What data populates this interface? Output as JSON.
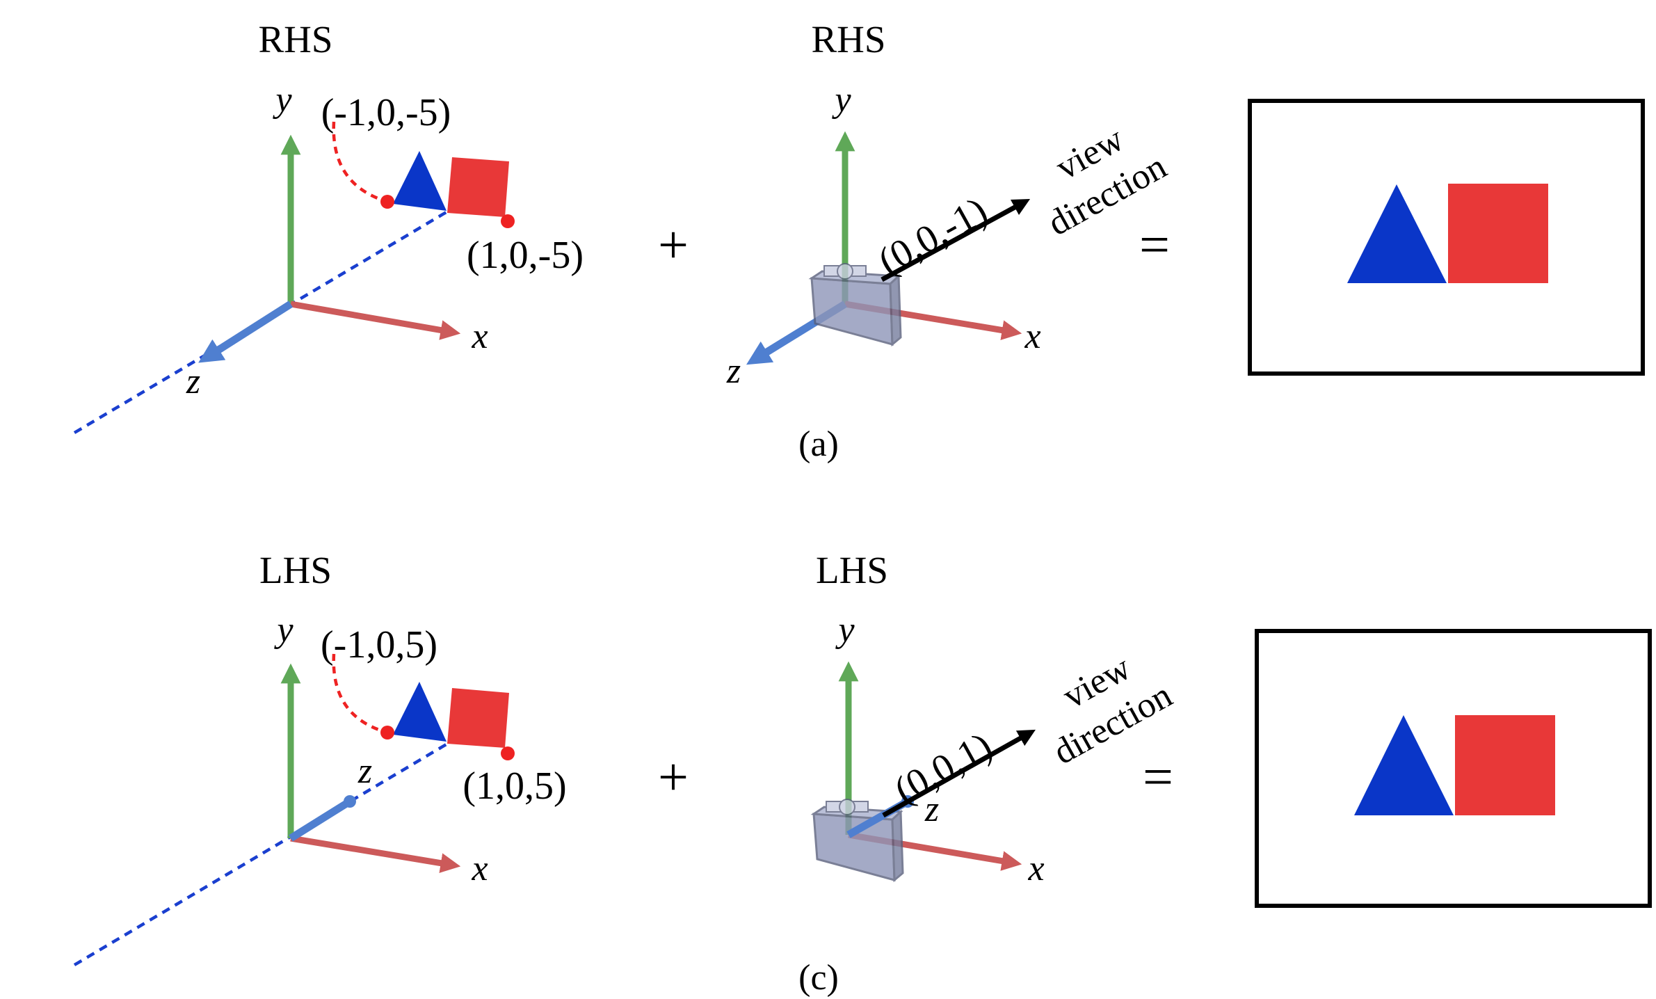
{
  "colors": {
    "y_axis": "#5fa858",
    "x_axis": "#cc5a5a",
    "z_axis": "#4f7fd0",
    "triangle": "#0a36c8",
    "square": "#e83838",
    "dash_blue": "#1a3fcf",
    "dash_red": "#ee2222",
    "camera": "#8e96b8",
    "view_arrow": "#000000"
  },
  "icons": {
    "camera": "camera-icon",
    "triangle": "blue-triangle",
    "square": "red-square"
  },
  "panels": [
    {
      "system": "RHS",
      "camera_system": "RHS",
      "point_left": "(-1,0,-5)",
      "point_right": "(1,0,-5)",
      "camera_direction": "(0,0,-1)",
      "view_label_1": "view",
      "view_label_2": "direction",
      "axis_x": "x",
      "axis_y": "y",
      "axis_z": "z",
      "plus": "+",
      "equals": "=",
      "caption": "(a)"
    },
    {
      "system": "LHS",
      "camera_system": "LHS",
      "point_left": "(-1,0,5)",
      "point_right": "(1,0,5)",
      "camera_direction": "(0,0,1)",
      "view_label_1": "view",
      "view_label_2": "direction",
      "axis_x": "x",
      "axis_y": "y",
      "axis_z": "z",
      "plus": "+",
      "equals": "=",
      "caption": "(c)"
    }
  ]
}
